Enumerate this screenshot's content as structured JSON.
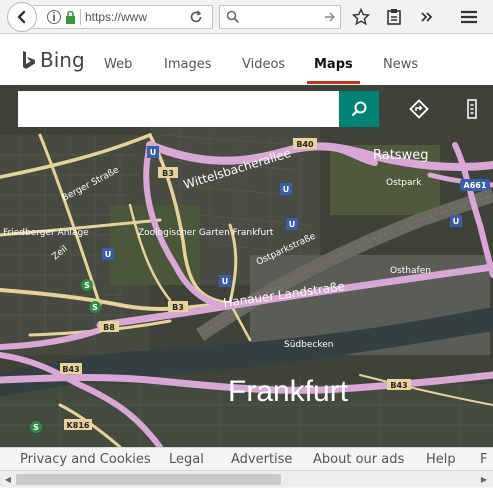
{
  "browser": {
    "url": "https://www",
    "icons": {
      "back": "back-arrow-icon",
      "info": "info-icon",
      "lock": "lock-icon",
      "reload": "reload-icon",
      "search": "search-icon",
      "go": "arrow-right-icon",
      "bookmark": "star-icon",
      "library": "clipboard-icon",
      "overflow": "double-chevron-icon",
      "menu": "hamburger-menu-icon"
    }
  },
  "header": {
    "logo_text": "Bing",
    "tabs": [
      {
        "label": "Web"
      },
      {
        "label": "Images"
      },
      {
        "label": "Videos"
      },
      {
        "label": "Maps",
        "active": true
      },
      {
        "label": "News"
      }
    ]
  },
  "map": {
    "search": {
      "value": "",
      "placeholder": ""
    },
    "city_label": "Frankfurt",
    "road_labels": {
      "wittelsbacherallee": "Wittelsbacherallee",
      "ratsweg": "Ratsweg",
      "ostpark": "Ostpark",
      "bergerstrasse": "Berger Straße",
      "ostparkstrasse": "Ostparkstraße",
      "hanauer": "Hanauer Landstraße",
      "zoo": "Zoologischer Garten Frankfurt",
      "friedberger": "Friedberger Anlage",
      "osthafen": "Osthafen",
      "sudbecken": "Südbecken",
      "zeil": "Zeil"
    },
    "route_shields": [
      "B40",
      "B3",
      "B8",
      "B43",
      "A661",
      "K816"
    ],
    "colors": {
      "road_pink": "#d8a8d4",
      "road_yellow": "#e8d49a",
      "search_btn": "#008373",
      "river": "#3b4649",
      "accent": "#c1351b"
    }
  },
  "footer": {
    "links": [
      {
        "label": "Privacy and Cookies"
      },
      {
        "label": "Legal"
      },
      {
        "label": "Advertise"
      },
      {
        "label": "About our ads"
      },
      {
        "label": "Help"
      },
      {
        "label": "F"
      }
    ]
  }
}
